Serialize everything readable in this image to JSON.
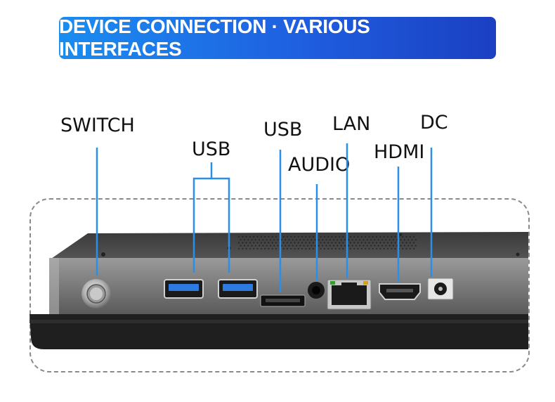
{
  "banner": {
    "title": "DEVICE CONNECTION · VARIOUS INTERFACES"
  },
  "labels": {
    "switch": "SWITCH",
    "usb_pair": "USB",
    "usb_card": "USB",
    "audio": "AUDIO",
    "lan": "LAN",
    "hdmi": "HDMI",
    "dc": "DC"
  },
  "colors": {
    "accent": "#1a8df0",
    "banner_start": "#1a8df0",
    "banner_end": "#1b3fc2",
    "callout": "#2a8fe8"
  }
}
